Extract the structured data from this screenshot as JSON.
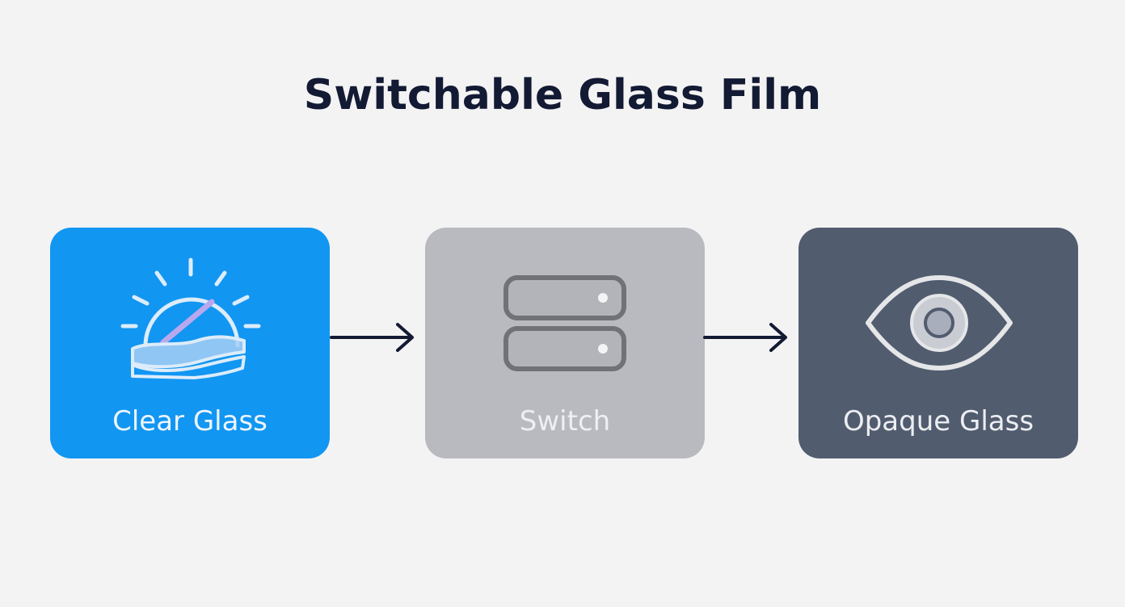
{
  "title": "Switchable Glass Film",
  "colors": {
    "background": "#f3f3f4",
    "title": "#131a33",
    "arrow": "#131a33",
    "clear_card": "#1196f2",
    "switch_card": "#b8bac0",
    "opaque_card": "#525c6f"
  },
  "steps": [
    {
      "label": "Clear Glass",
      "icon": "sun-glass-icon",
      "fill": "#1196f2",
      "text_color": "#eef5fd"
    },
    {
      "label": "Switch",
      "icon": "toggle-switch-icon",
      "fill": "#b8bac0",
      "text_color": "#eeeff2"
    },
    {
      "label": "Opaque Glass",
      "icon": "eye-icon",
      "fill": "#525c6f",
      "text_color": "#eceef1"
    }
  ]
}
